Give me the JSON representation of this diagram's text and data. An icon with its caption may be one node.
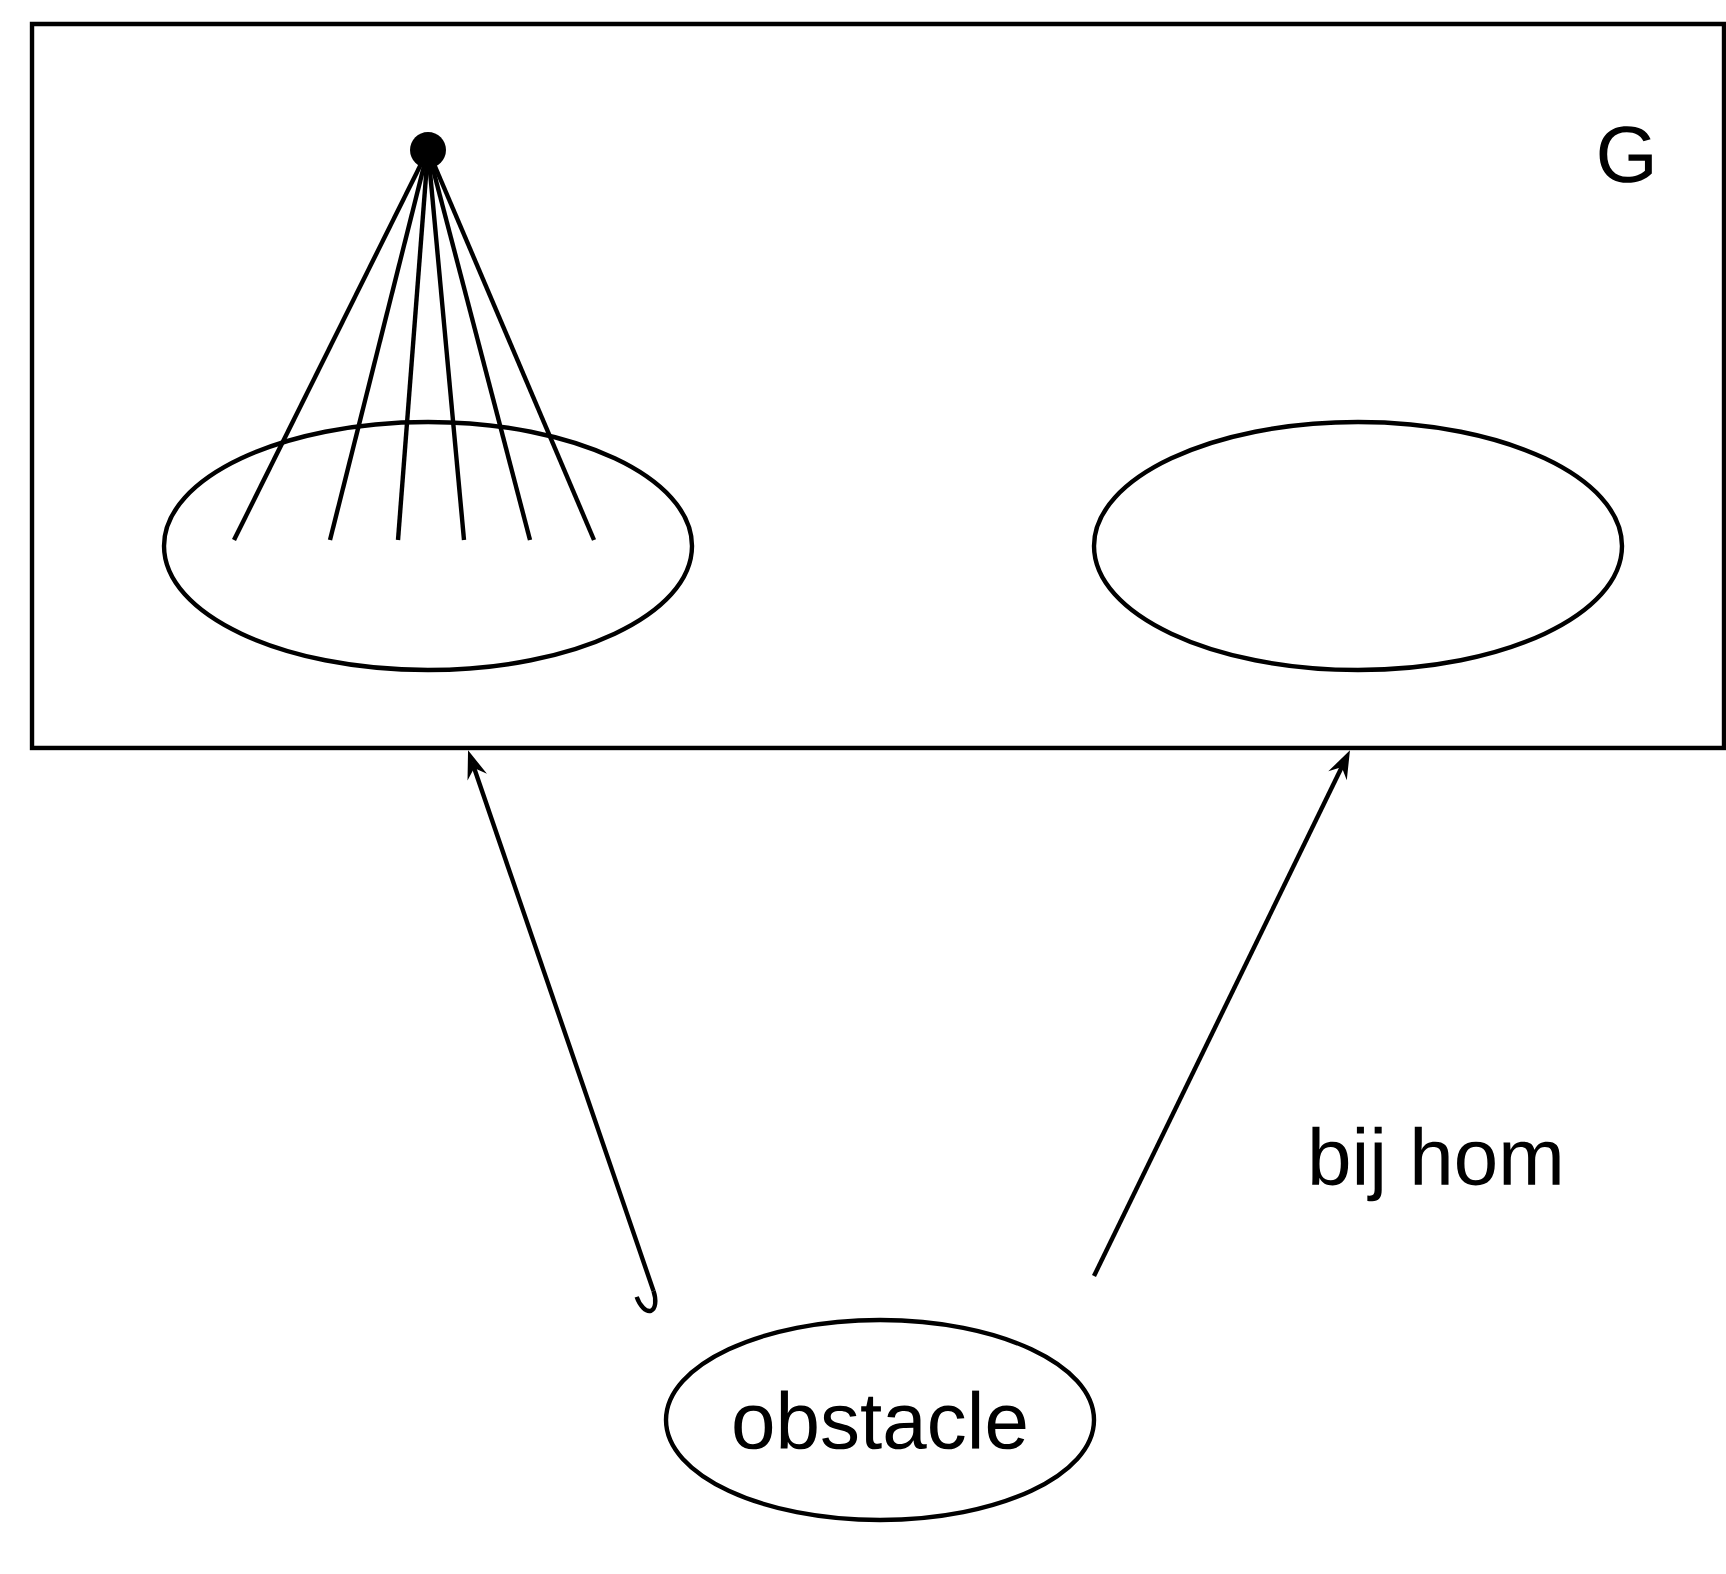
{
  "diagram": {
    "nodes": [
      {
        "text": [
          "G"
        ]
      },
      {
        "text": [],
        "shape": "ellipse",
        "in": 0
      },
      {
        "text": [],
        "shape": "circle",
        "in": 0
      },
      {
        "text": [],
        "shape": "ellipse",
        "in": 0
      },
      {
        "text": [
          "obstacle"
        ]
      }
    ],
    "edges": [
      {
        "from": 2,
        "to": 1,
        "arrow": "none"
      },
      {
        "from": 2,
        "to": 1,
        "arrow": "none"
      },
      {
        "from": 2,
        "to": 1,
        "arrow": "none"
      },
      {
        "from": 2,
        "to": 1,
        "arrow": "none"
      },
      {
        "from": 2,
        "to": 1,
        "arrow": "none"
      },
      {
        "from": 2,
        "to": 1,
        "arrow": "none"
      },
      {
        "from": 4,
        "to": 0,
        "arrow": "to"
      },
      {
        "from": 4,
        "to": 0,
        "arrow": "to",
        "label": "bij hom"
      }
    ]
  }
}
